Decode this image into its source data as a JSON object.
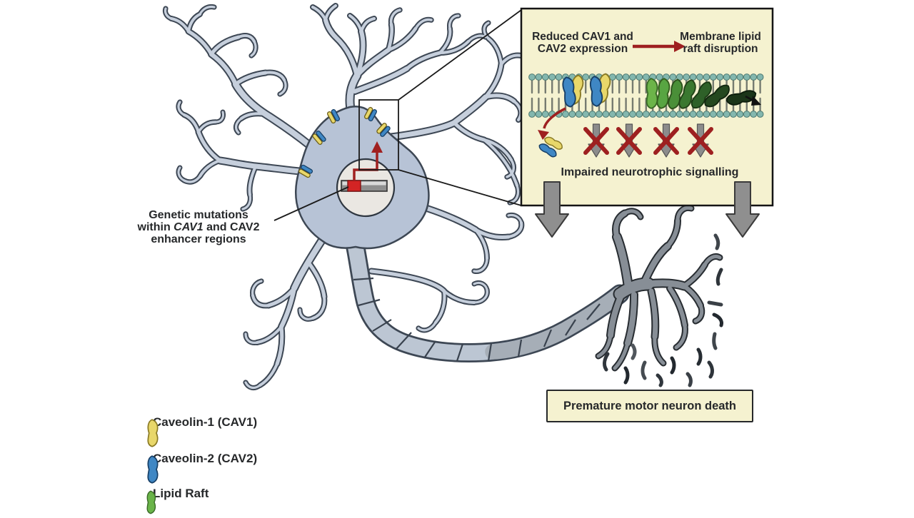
{
  "figure": {
    "title": "CAV1/CAV2 enhancer mutation motor neuron degeneration diagram",
    "background": "#ffffff"
  },
  "annotations": {
    "genetic_mutations": {
      "line1": "Genetic mutations",
      "line2_pre": "within ",
      "line2_italic": "CAV1",
      "line2_post": " and CAV2",
      "line3": "enhancer regions"
    }
  },
  "inset": {
    "reduced_line1": "Reduced CAV1 and",
    "reduced_line2": "CAV2 expression",
    "membrane_line1": "Membrane lipid",
    "membrane_line2": "raft disruption",
    "impaired_signalling": "Impaired neurotrophic signalling"
  },
  "outcome_box": {
    "label": "Premature motor neuron death"
  },
  "legend": {
    "items": [
      {
        "label": "Caveolin-1 (CAV1)",
        "color": "#e8d76a"
      },
      {
        "label": "Caveolin-2 (CAV2)",
        "color": "#3f87c4"
      },
      {
        "label": "Lipid Raft",
        "color": "#6ab449"
      }
    ]
  },
  "colors": {
    "accent_red": "#9e2020",
    "gene_block_red": "#d32424",
    "neuron_fill": "#b7c3d6",
    "degenerated_gray": "#878e96",
    "membrane_head_teal": "#83b7ae",
    "inset_background": "#f5f2d0"
  }
}
